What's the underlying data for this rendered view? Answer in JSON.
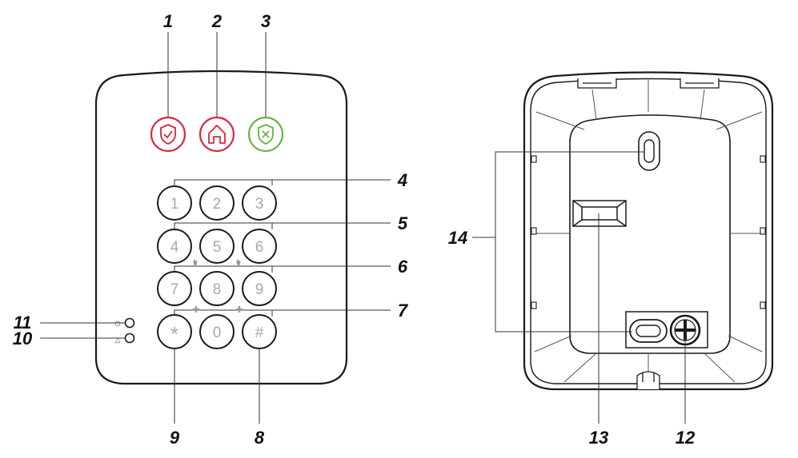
{
  "callouts": {
    "c1": "1",
    "c2": "2",
    "c3": "3",
    "c4": "4",
    "c5": "5",
    "c6": "6",
    "c7": "7",
    "c8": "8",
    "c9": "9",
    "c10": "10",
    "c11": "11",
    "c12": "12",
    "c13": "13",
    "c14": "14"
  },
  "keypad": {
    "keys": [
      "1",
      "2",
      "3",
      "4",
      "5",
      "6",
      "7",
      "8",
      "9",
      "*",
      "0",
      "#"
    ]
  },
  "mode_buttons": {
    "icons": [
      "shield-check-icon",
      "home-icon",
      "shield-x-icon"
    ],
    "colors": {
      "arm_away": "#d7263d",
      "arm_home": "#d7263d",
      "disarm": "#6ab23e"
    }
  },
  "leds": {
    "icons": [
      "power-icon",
      "warning-triangle-icon"
    ],
    "glyphs": {
      "power": "⏻",
      "warning": "△"
    }
  },
  "colors": {
    "outline": "#1a1a1a",
    "key_text": "#a9a9a9",
    "line": "#333333"
  }
}
